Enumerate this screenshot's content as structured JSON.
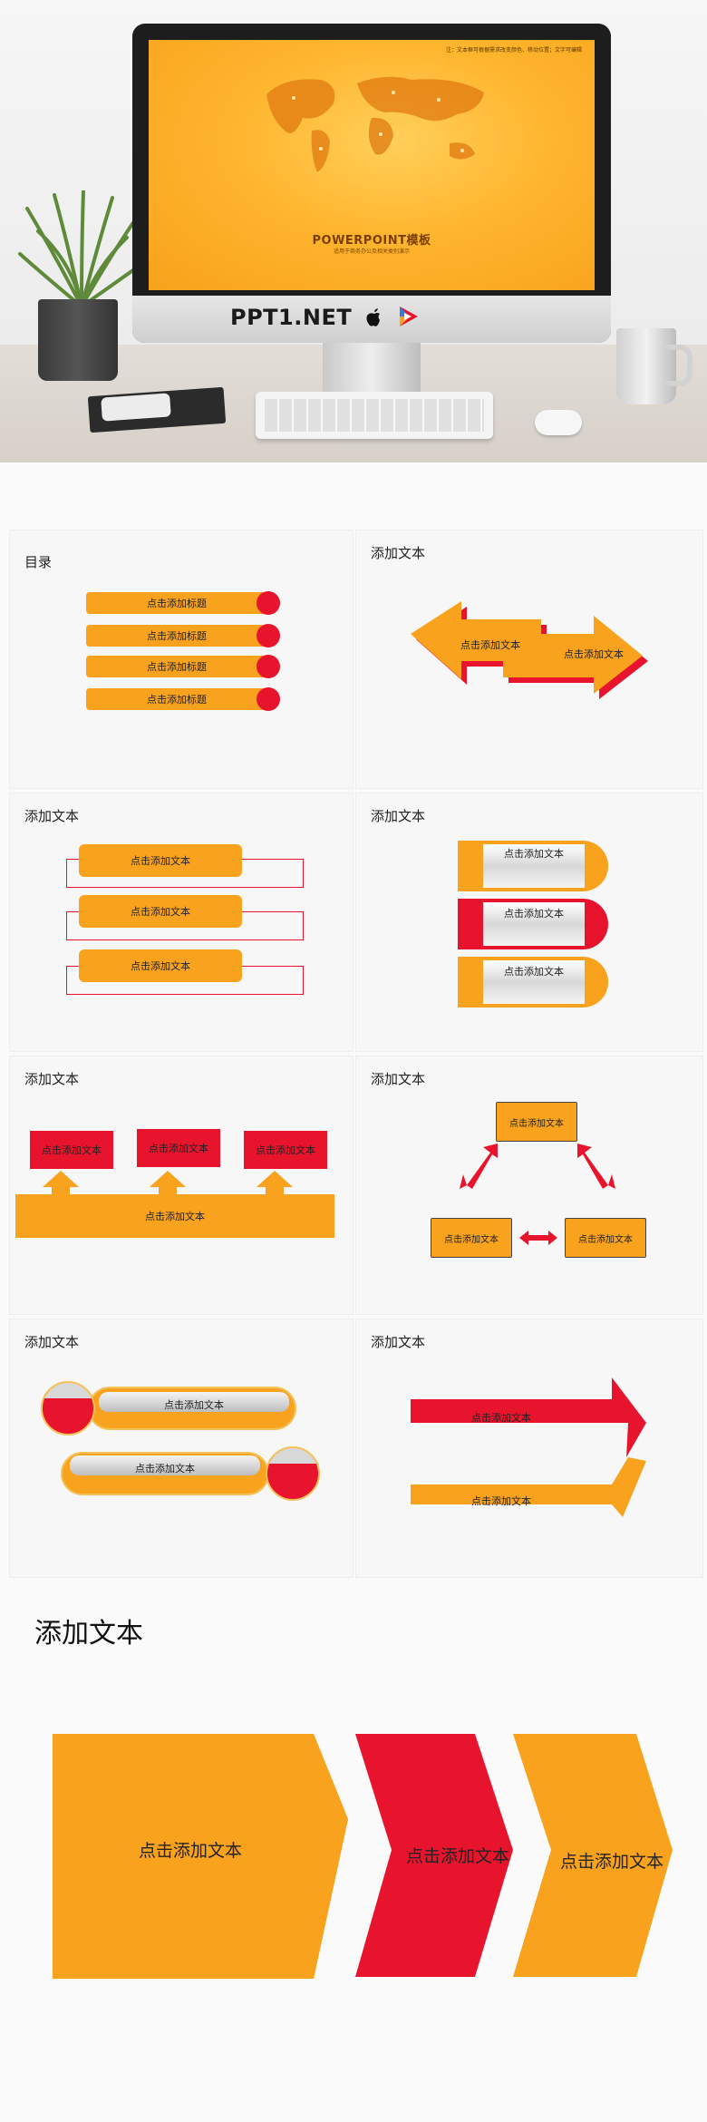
{
  "hero": {
    "screen_note": "注：文本框可根据需求改变颜色、移动位置；文字可编辑",
    "screen_title": "POWERPOINT模板",
    "screen_subtitle": "适用于商务办公及相关类别演示",
    "brand": "PPT1.NET"
  },
  "colors": {
    "orange": "#f8a21d",
    "red": "#e8142e"
  },
  "slides": {
    "s1": {
      "title": "目录",
      "items": [
        "点击添加标题",
        "点击添加标题",
        "点击添加标题",
        "点击添加标题"
      ]
    },
    "s2": {
      "title": "添加文本",
      "left": "点击添加文本",
      "right": "点击添加文本"
    },
    "s3": {
      "title": "添加文本",
      "items": [
        "点击添加文本",
        "点击添加文本",
        "点击添加文本"
      ]
    },
    "s4": {
      "title": "添加文本",
      "items": [
        "点击添加文本",
        "点击添加文本",
        "点击添加文本"
      ]
    },
    "s5": {
      "title": "添加文本",
      "tops": [
        "点击添加文本",
        "点击添加文本",
        "点击添加文本"
      ],
      "base": "点击添加文本"
    },
    "s6": {
      "title": "添加文本",
      "top": "点击添加文本",
      "left": "点击添加文本",
      "right": "点击添加文本"
    },
    "s7": {
      "title": "添加文本",
      "items": [
        "点击添加文本",
        "点击添加文本"
      ]
    },
    "s8": {
      "title": "添加文本",
      "top": "点击添加文本",
      "bottom": "点击添加文本"
    },
    "s9": {
      "title": "添加文本",
      "items": [
        "点击添加文本",
        "点击添加文本",
        "点击添加文本"
      ]
    }
  }
}
